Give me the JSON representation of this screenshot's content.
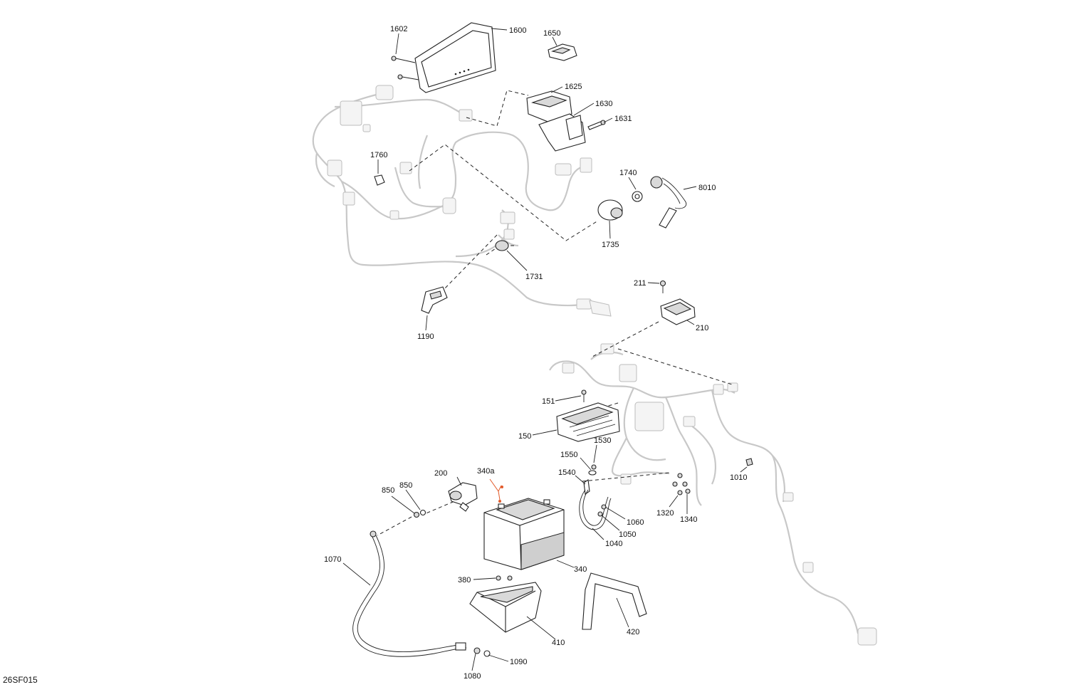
{
  "drawing": {
    "id": "26SF015",
    "callouts": [
      {
        "key": "1602",
        "label": "1602"
      },
      {
        "key": "1600",
        "label": "1600"
      },
      {
        "key": "1650",
        "label": "1650"
      },
      {
        "key": "1625",
        "label": "1625"
      },
      {
        "key": "1630",
        "label": "1630"
      },
      {
        "key": "1631",
        "label": "1631"
      },
      {
        "key": "1760",
        "label": "1760"
      },
      {
        "key": "1740",
        "label": "1740"
      },
      {
        "key": "8010",
        "label": "8010"
      },
      {
        "key": "1735",
        "label": "1735"
      },
      {
        "key": "1731",
        "label": "1731"
      },
      {
        "key": "1190",
        "label": "1190"
      },
      {
        "key": "211",
        "label": "211"
      },
      {
        "key": "210",
        "label": "210"
      },
      {
        "key": "151",
        "label": "151"
      },
      {
        "key": "150",
        "label": "150"
      },
      {
        "key": "1530",
        "label": "1530"
      },
      {
        "key": "1550",
        "label": "1550"
      },
      {
        "key": "1540",
        "label": "1540"
      },
      {
        "key": "1010",
        "label": "1010"
      },
      {
        "key": "200",
        "label": "200"
      },
      {
        "key": "340a",
        "label": "340a"
      },
      {
        "key": "850a",
        "label": "850"
      },
      {
        "key": "850b",
        "label": "850"
      },
      {
        "key": "1320",
        "label": "1320"
      },
      {
        "key": "1340",
        "label": "1340"
      },
      {
        "key": "1060",
        "label": "1060"
      },
      {
        "key": "1050",
        "label": "1050"
      },
      {
        "key": "1040",
        "label": "1040"
      },
      {
        "key": "1070",
        "label": "1070"
      },
      {
        "key": "340",
        "label": "340"
      },
      {
        "key": "380",
        "label": "380"
      },
      {
        "key": "420",
        "label": "420"
      },
      {
        "key": "410",
        "label": "410"
      },
      {
        "key": "1090",
        "label": "1090"
      },
      {
        "key": "1080",
        "label": "1080"
      }
    ]
  }
}
